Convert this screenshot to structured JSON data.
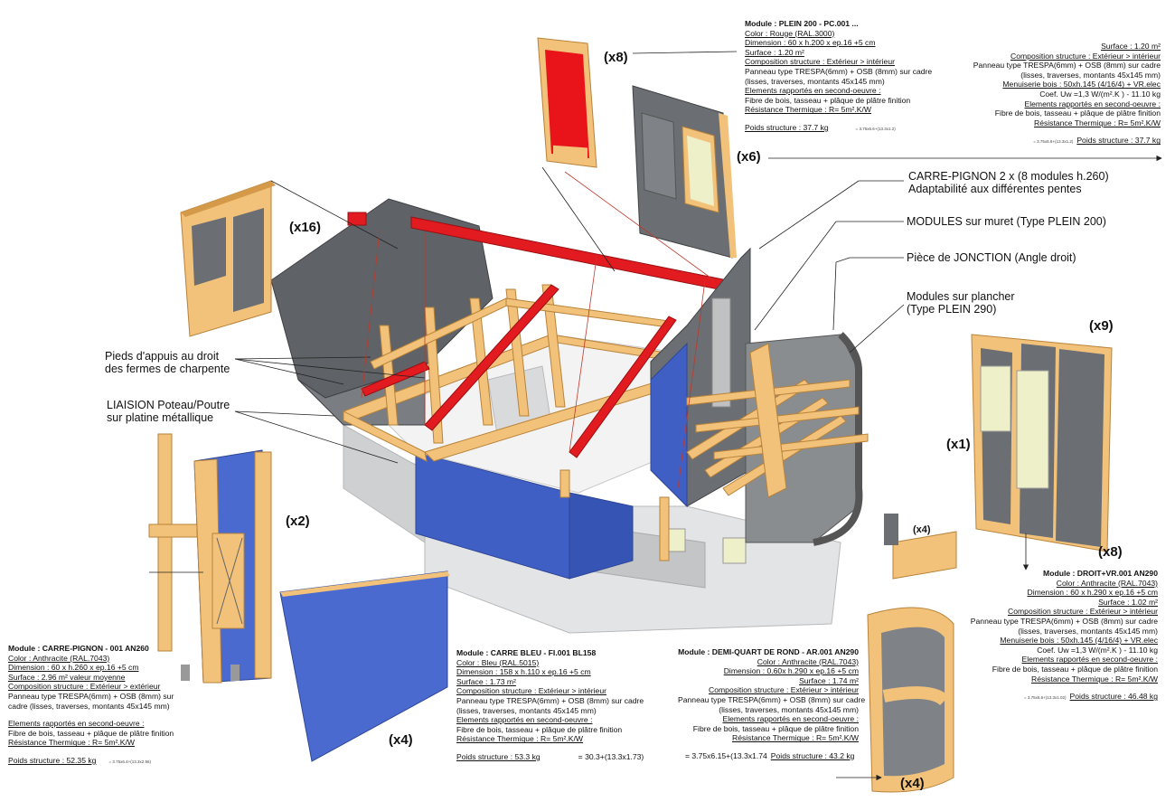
{
  "callouts": {
    "carre_pignon": [
      "CARRE-PIGNON    2 x (8 modules h.260)",
      "Adaptabilité aux différentes pentes"
    ],
    "modules_muret": [
      "MODULES sur muret (Type PLEIN 200)"
    ],
    "piece_jonction": [
      "Pièce de JONCTION (Angle droit)"
    ],
    "modules_plancher": [
      "Modules sur plancher",
      "(Type PLEIN 290)"
    ],
    "pieds_appuis": [
      "Pieds d'appuis au droit",
      "des fermes de charpente"
    ],
    "liaision": [
      "LIAISION Poteau/Poutre",
      "sur platine métallique"
    ]
  },
  "multipliers": {
    "plein_red": "(x8)",
    "plein_grey": "(x6)",
    "left_top": "(x16)",
    "carre_pignon": "(x2)",
    "carre_bleu": "(x4)",
    "bracket": "(x4)",
    "right_x9": "(x9)",
    "right_x1": "(x1)",
    "right_x8": "(x8)",
    "demi_quart": "(x4)"
  },
  "specs": {
    "plein200": {
      "lines": [
        "Module : PLEIN 200 - PC.001 ...",
        "Color : Rouge (RAL.3000)",
        "Dimension : 60 x h.200 x ep.16 +5 cm",
        "Surface : 1.20 m²",
        "Composition structure : Extérieur > intérieur",
        "Panneau type TRESPA(6mm) + OSB (8mm) sur cadre",
        "(lisses, traverses, montants 45x145 mm)",
        "Elements rapportés en second-oeuvre :",
        "Fibre de bois, tasseau + plâque de plâtre finition",
        "Résistance Thermique : R= 5m².K/W",
        "Poids structure : 37.7 kg",
        "= 3.75x6.6+(13.3x1.2)"
      ]
    },
    "fenetre_top": {
      "lines": [
        "Surface : 1.20 m²",
        "Composition structure : Extérieur > intérieur",
        "Panneau type TRESPA(6mm) + OSB (8mm) sur cadre",
        "(lisses, traverses, montants 45x145 mm)",
        "Menuiserie bois : 50xh.145 (4/16/4) + VR.elec",
        "Coef. Uw =1,3 W/(m².K ) - 11.10 kg",
        "Elements rapportés en second-oeuvre :",
        "Fibre de bois, tasseau + plâque de plâtre finition",
        "Résistance Thermique : R= 5m².K/W",
        "= 3.75x6.6+(13.3x1.2)",
        "Poids structure : 37.7 kg"
      ]
    },
    "carre_pignon": {
      "lines": [
        "Module : CARRE-PIGNON - 001 AN260",
        "Color : Anthracite (RAL.7043)",
        "Dimension : 60 x h.260 x ep.16 +5 cm",
        "Surface : 2.96 m² valeur moyenne",
        "Composition structure : Extérieur > extérieur",
        "Panneau type TRESPA(6mm) + OSB (8mm) sur",
        "cadre (lisses, traverses, montants 45x145 mm)",
        "Elements rapportés en second-oeuvre :",
        "Fibre de bois, tasseau + plâque de plâtre finition",
        "Résistance Thermique : R= 5m².K/W",
        "Poids structure : 52.35 kg",
        "= 3.75x6.4+(13.3x2.96)"
      ]
    },
    "carre_bleu": {
      "lines": [
        "Module : CARRE BLEU - FI.001 BL158",
        "Color : Bleu (RAL.5015)",
        "Dimension : 158 x h.110 x ep.16 +5 cm",
        "Surface : 1.73 m²",
        "Composition structure : Extérieur > intérieur",
        "Panneau type TRESPA(6mm) + OSB (8mm) sur cadre",
        "(lisses, traverses, montants 45x145 mm)",
        "Elements rapportés en second-oeuvre :",
        "Fibre de bois, tasseau + plâque de plâtre finition",
        "Résistance Thermique : R= 5m².K/W",
        "Poids structure : 53.3 kg",
        "= 30.3+(13.3x1.73)"
      ]
    },
    "demi_quart": {
      "lines": [
        "Module : DEMI-QUART DE ROND - AR.001 AN290",
        "Color : Anthracite (RAL.7043)",
        "Dimension : 0.60x h.290 x ep.16 +5 cm",
        "Surface : 1.74 m²",
        "Composition structure : Extérieur > intérieur",
        "Panneau type TRESPA(6mm) + OSB (8mm) sur cadre",
        "(lisses, traverses, montants 45x145 mm)",
        "Elements rapportés en second-oeuvre :",
        "Fibre de bois, tasseau + plâque de plâtre finition",
        "Résistance Thermique : R= 5m².K/W",
        "= 3.75x6.15+(13.3x1.74",
        "Poids structure : 43.2 kg"
      ]
    },
    "droit_vr": {
      "lines": [
        "Module : DROIT+VR.001 AN290",
        "Color : Anthracite (RAL.7043)",
        "Dimension : 60 x h.290 x ep.16 +5 cm",
        "Surface : 1.02 m²",
        "Composition structure : Extérieur > intérieur",
        "Panneau type TRESPA(6mm) + OSB (8mm) sur cadre",
        "(lisses, traverses, montants 45x145 mm)",
        "Menuiserie bois : 50xh.145 (4/16/4) + VR.elec",
        "Coef. Uw =1,3 W/(m².K ) - 11.10 kg",
        "Elements rapportés en second-oeuvre :",
        "Fibre de bois, tasseau + plâque de plâtre finition",
        "Résistance Thermique : R= 5m².K/W",
        "= 3.75x6.6+(13.3x1.02)",
        "Poids structure : 46.48 kg"
      ]
    }
  },
  "colors": {
    "wood": "#f2c27a",
    "wood_dark": "#d49a4a",
    "red_panel": "#e8141a",
    "blue_panel": "#4a6ad0",
    "grey_panel": "#6b6e72",
    "light_grey": "#d6d7d9"
  }
}
